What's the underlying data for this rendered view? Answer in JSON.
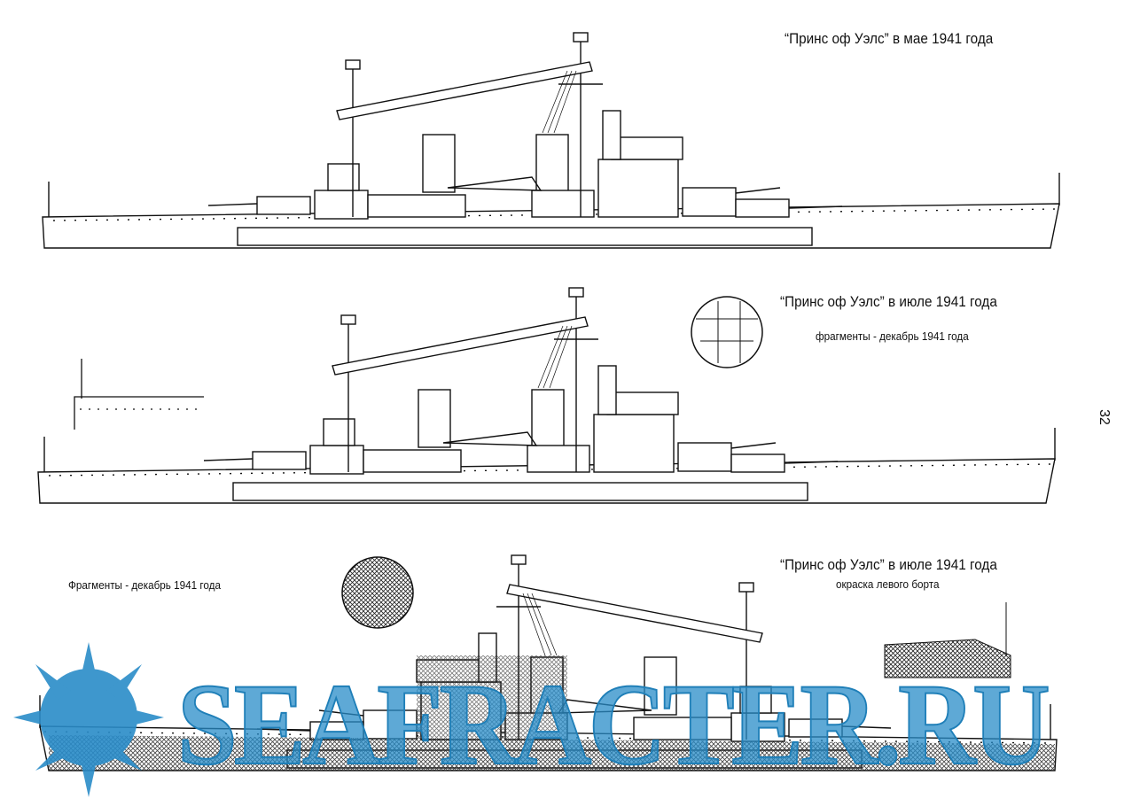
{
  "page_number": "32",
  "drawings": [
    {
      "title": "“Принс оф Уэлс” в мае 1941 года"
    },
    {
      "title": "“Принс оф Уэлс” в июле 1941 года",
      "subtitle": "фрагменты  - декабрь 1941 года"
    },
    {
      "title": "“Принс оф Уэлс” в июле 1941 года",
      "subtitle": "окраска левого борта",
      "fragments_label": "Фрагменты - декабрь 1941 года"
    }
  ],
  "watermark": "SEAFRACTER.RU",
  "colors": {
    "ink": "#111111",
    "watermark": "#2a8cc8"
  }
}
